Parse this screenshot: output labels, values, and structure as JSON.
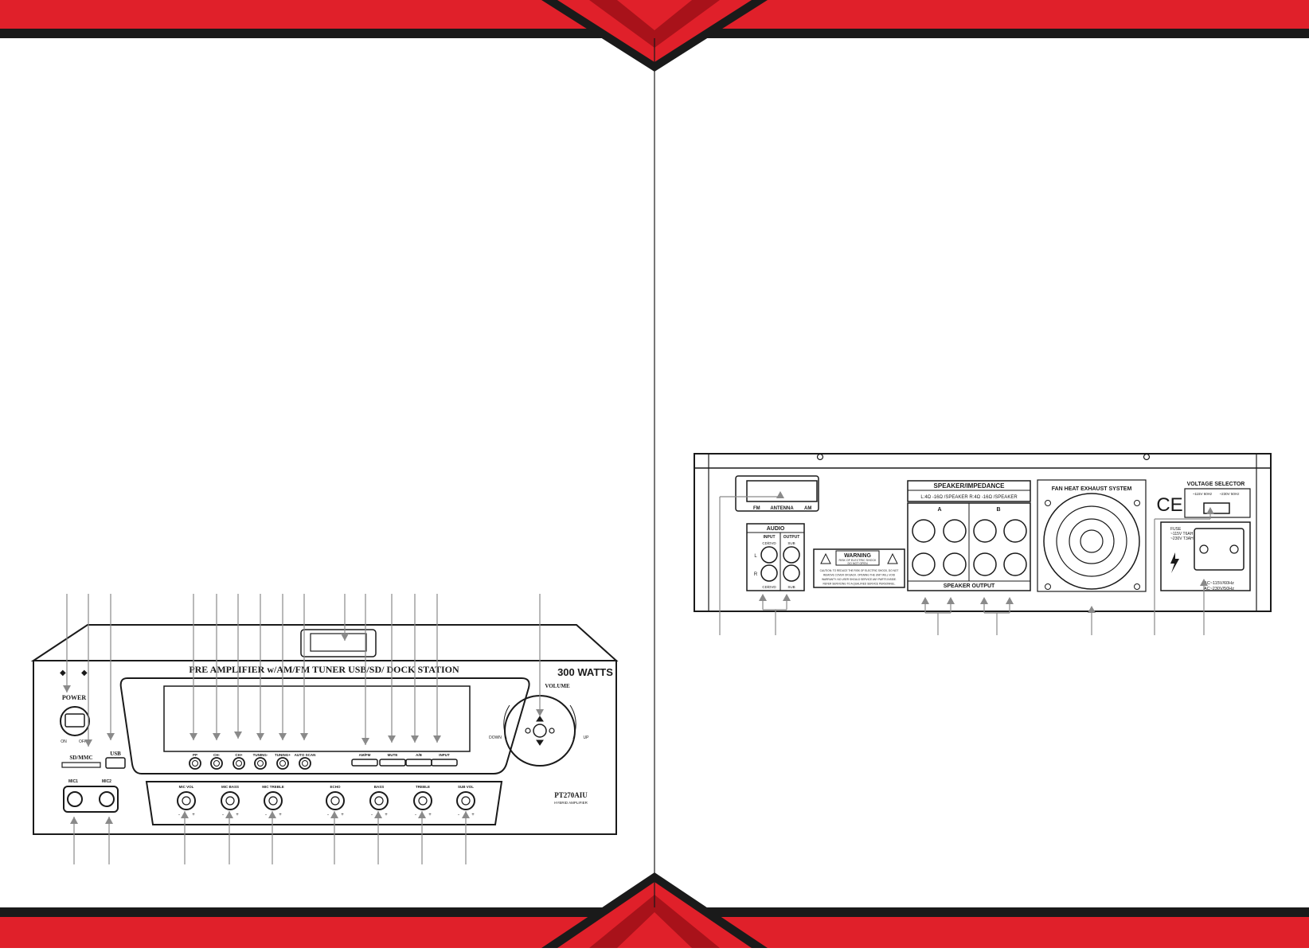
{
  "colors": {
    "accent_red": "#e0202a",
    "dark_red": "#a8121a",
    "black": "#1a1a1a",
    "callout_gray": "#8a8a8a"
  },
  "front_panel": {
    "header": "PRE AMPLIFIER w/AM/FM TUNER USB/SD/ DOCK STATION",
    "watts": "300 WATTS",
    "power_label": "POWER",
    "power_on": "ON",
    "power_off": "OFF",
    "sd_label": "SD/MMC",
    "usb_label": "USB",
    "volume_label": "VOLUME",
    "volume_down": "DOWN",
    "volume_up": "UP",
    "mic1": "MIC1",
    "mic2": "MIC2",
    "round_buttons": [
      "PP",
      "CH-",
      "CH+",
      "TUNING-",
      "TUNING+",
      "AUTO SCAN"
    ],
    "rect_buttons": [
      "AM/FM",
      "MUTE",
      "A/B",
      "INPUT"
    ],
    "knobs": [
      "MIC VOL",
      "MIC BASS",
      "MIC TREBLE",
      "ECHO",
      "BASS",
      "TREBLE",
      "SUB VOL"
    ],
    "knob_minus": "-",
    "knob_plus": "+",
    "model": "PT270AIU",
    "model_sub": "HYBRID AMPLIFIER"
  },
  "rear_panel": {
    "antenna_label": "ANTENNA",
    "antenna_fm": "FM",
    "antenna_am": "AM",
    "audio_title": "AUDIO",
    "audio_input": "INPUT",
    "audio_output": "OUTPUT",
    "audio_cd": "CD/DVD",
    "audio_sub": "SUB",
    "audio_l": "L",
    "audio_r": "R",
    "warning_title": "WARNING",
    "warning_line1": "RISK OF ELECTRIC SHOCK",
    "warning_line2": "DO NOT OPEN",
    "caution_lines": [
      "CAUTION: TO REDUCE THE RISK OF ELECTRIC SHOCK, DO NOT",
      "REMOVE COVER OR BACK. OPENING THE UNIT WILL VOID",
      "WARRANTY. NO USER SHOULD SERVICE ANY PARTS INSIDE.",
      "REFER SERVICING TO A QUALIFIED SERVICE PERSONNEL."
    ],
    "speaker_title": "SPEAKER/IMPEDANCE",
    "speaker_imp": "L:4Ω -16Ω /SPEAKER   R:4Ω -16Ω /SPEAKER",
    "speaker_a": "A",
    "speaker_b": "B",
    "speaker_output": "SPEAKER OUTPUT",
    "fan_label": "FAN HEAT EXHAUST SYSTEM",
    "voltage_title": "VOLTAGE SELECTOR",
    "voltage_115": "~115V 60Hz",
    "voltage_230": "~230V 50Hz",
    "ce_mark": "CE",
    "fuse_lines": [
      "FUSE",
      "~115V T6AH",
      "~230V T3AH"
    ],
    "ac_lines": [
      "AC~115V/60Hz",
      "AC~230V/50Hz"
    ]
  }
}
